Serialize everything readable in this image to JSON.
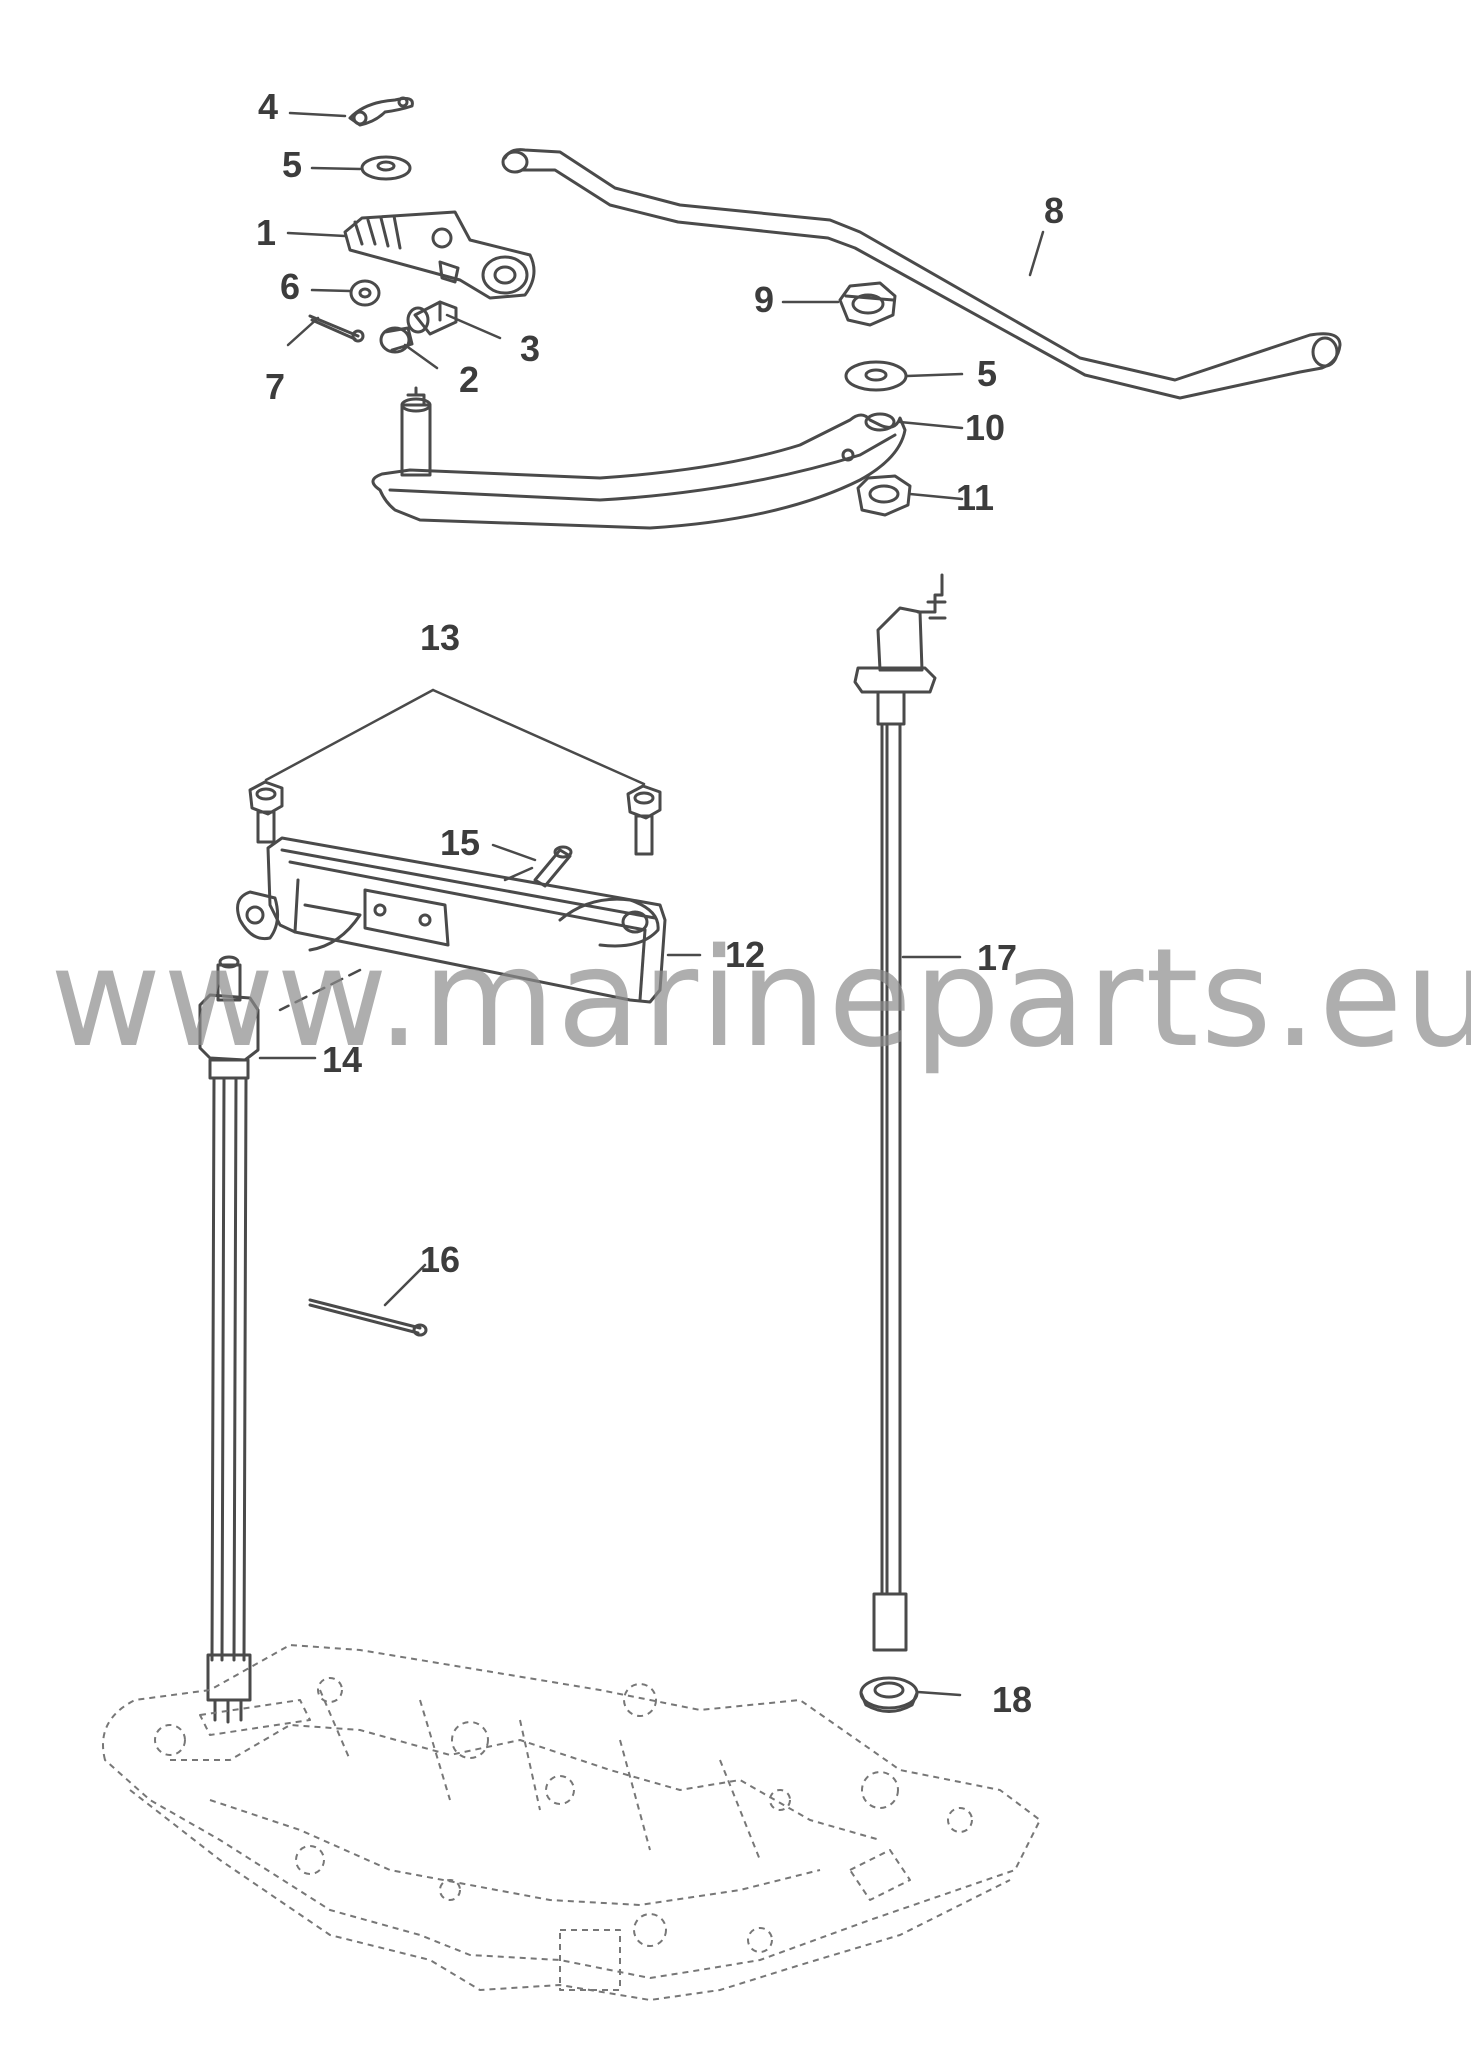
{
  "callouts": {
    "c4": "4",
    "c5a": "5",
    "c1": "1",
    "c6": "6",
    "c7": "7",
    "c2": "2",
    "c3": "3",
    "c8": "8",
    "c9": "9",
    "c5b": "5",
    "c10": "10",
    "c11": "11",
    "c13": "13",
    "c15": "15",
    "c12": "12",
    "c14": "14",
    "c16": "16",
    "c17": "17",
    "c18": "18"
  },
  "watermark": "www.marineparts.eu",
  "colors": {
    "line": "#4a4a4a",
    "callout": "#3c3c3c",
    "watermark": "#8c8c8c",
    "base": "#777777"
  }
}
